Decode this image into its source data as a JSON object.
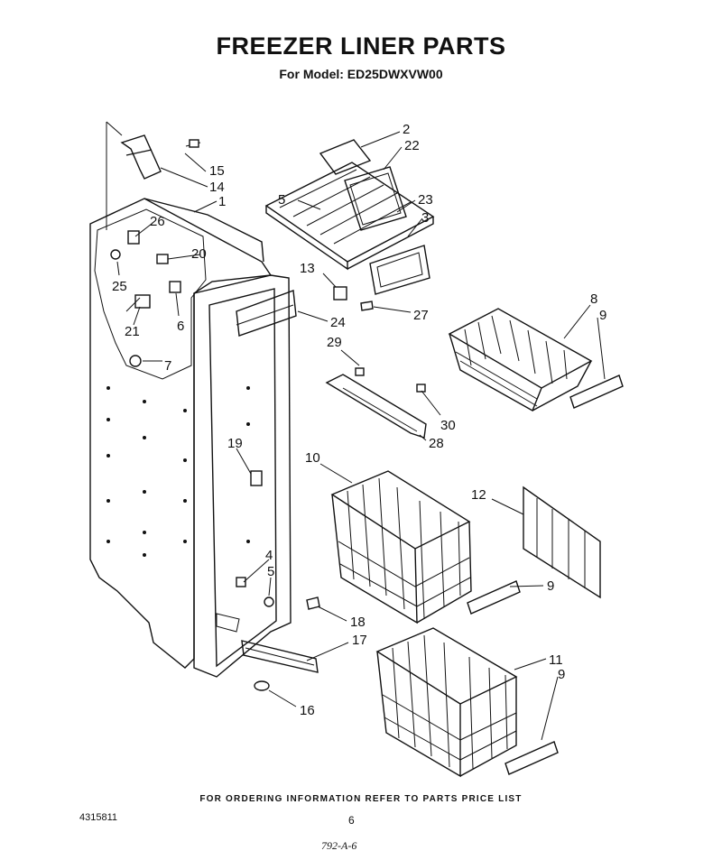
{
  "header": {
    "title": "FREEZER LINER PARTS",
    "subtitle": "For Model: ED25DWXVW00"
  },
  "footer": {
    "ordering_note": "FOR ORDERING INFORMATION REFER TO PARTS PRICE LIST",
    "doc_number": "4315811",
    "page_number": "6",
    "handwritten_note": "792-A-6"
  },
  "callouts": {
    "c1": "1",
    "c2": "2",
    "c3": "3",
    "c4": "4",
    "c5a": "5",
    "c5b": "5",
    "c6": "6",
    "c7": "7",
    "c8": "8",
    "c9a": "9",
    "c9b": "9",
    "c9c": "9",
    "c10": "10",
    "c11": "11",
    "c12": "12",
    "c13": "13",
    "c14": "14",
    "c15": "15",
    "c16": "16",
    "c17": "17",
    "c18": "18",
    "c19": "19",
    "c20": "20",
    "c21": "21",
    "c22": "22",
    "c23": "23",
    "c24": "24",
    "c25": "25",
    "c26": "26",
    "c27": "27",
    "c28": "28",
    "c29": "29",
    "c30": "30"
  }
}
